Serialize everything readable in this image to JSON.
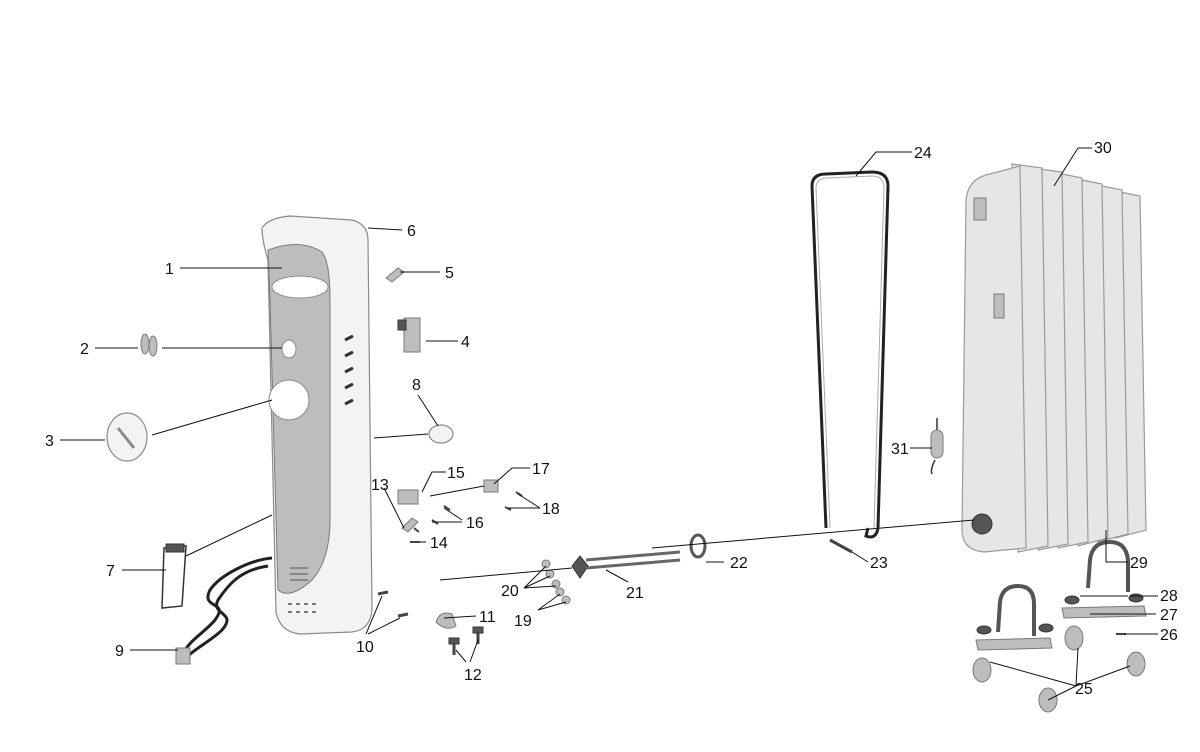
{
  "diagram": {
    "callouts": [
      {
        "id": "1",
        "text": "1"
      },
      {
        "id": "2",
        "text": "2"
      },
      {
        "id": "3",
        "text": "3"
      },
      {
        "id": "4",
        "text": "4"
      },
      {
        "id": "5",
        "text": "5"
      },
      {
        "id": "6",
        "text": "6"
      },
      {
        "id": "7",
        "text": "7"
      },
      {
        "id": "8",
        "text": "8"
      },
      {
        "id": "9",
        "text": "9"
      },
      {
        "id": "10",
        "text": "10"
      },
      {
        "id": "11",
        "text": "11"
      },
      {
        "id": "12",
        "text": "12"
      },
      {
        "id": "13",
        "text": "13"
      },
      {
        "id": "14",
        "text": "14"
      },
      {
        "id": "15",
        "text": "15"
      },
      {
        "id": "16",
        "text": "16"
      },
      {
        "id": "17",
        "text": "17"
      },
      {
        "id": "18",
        "text": "18"
      },
      {
        "id": "19",
        "text": "19"
      },
      {
        "id": "20",
        "text": "20"
      },
      {
        "id": "21",
        "text": "21"
      },
      {
        "id": "22",
        "text": "22"
      },
      {
        "id": "23",
        "text": "23"
      },
      {
        "id": "24",
        "text": "24"
      },
      {
        "id": "25",
        "text": "25"
      },
      {
        "id": "26",
        "text": "26"
      },
      {
        "id": "27",
        "text": "27"
      },
      {
        "id": "28",
        "text": "28"
      },
      {
        "id": "29",
        "text": "29"
      },
      {
        "id": "30",
        "text": "30"
      },
      {
        "id": "31",
        "text": "31"
      }
    ],
    "colors": {
      "line": "#111111",
      "part": "#bdbdbd",
      "background": "#ffffff"
    }
  }
}
